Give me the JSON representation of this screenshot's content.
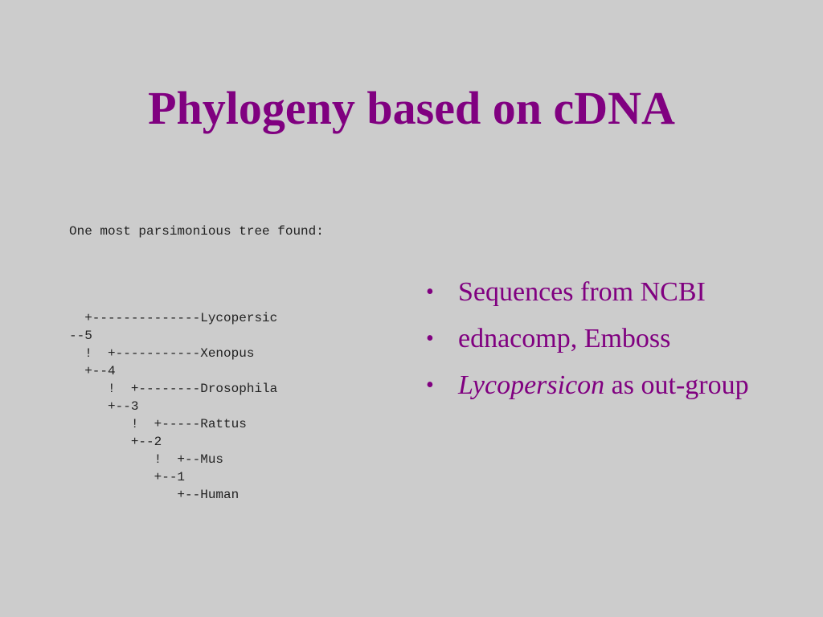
{
  "slide": {
    "title": "Phylogeny based on cDNA",
    "tree_heading": "One most parsimonious tree found:",
    "tree_lines": [
      "  +--------------Lycopersic",
      "--5",
      "  !  +-----------Xenopus",
      "  +--4",
      "     !  +--------Drosophila",
      "     +--3",
      "        !  +-----Rattus",
      "        +--2",
      "           !  +--Mus",
      "           +--1",
      "              +--Human"
    ],
    "bullets": [
      {
        "text": "Sequences from NCBI"
      },
      {
        "text": "ednacomp, Emboss"
      },
      {
        "italic_text": "Lycopersicon",
        "text_after": " as out-group"
      }
    ],
    "bullet_symbol": "•",
    "colors": {
      "background": "#cccccc",
      "accent": "#800080",
      "mono_text": "#222222"
    }
  }
}
